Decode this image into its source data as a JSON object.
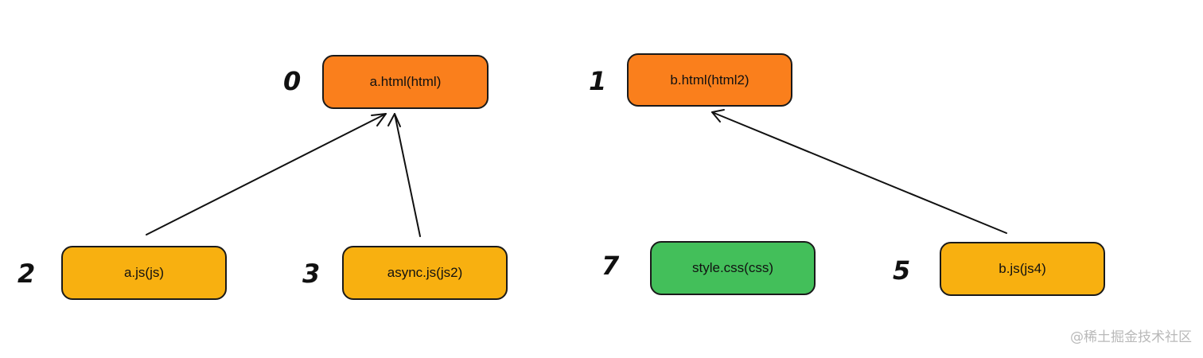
{
  "colors": {
    "html": "#fa7f1c",
    "js": "#f8b010",
    "css": "#43bf5a"
  },
  "nodes": [
    {
      "id": "a-html",
      "index": "0",
      "label": "a.html(html)",
      "kind": "html"
    },
    {
      "id": "b-html",
      "index": "1",
      "label": "b.html(html2)",
      "kind": "html"
    },
    {
      "id": "a-js",
      "index": "2",
      "label": "a.js(js)",
      "kind": "js"
    },
    {
      "id": "async-js",
      "index": "3",
      "label": "async.js(js2)",
      "kind": "js"
    },
    {
      "id": "style-css",
      "index": "7",
      "label": "style.css(css)",
      "kind": "css"
    },
    {
      "id": "b-js",
      "index": "5",
      "label": "b.js(js4)",
      "kind": "js"
    }
  ],
  "edges": [
    {
      "from": "a-js",
      "to": "a-html"
    },
    {
      "from": "async-js",
      "to": "a-html"
    },
    {
      "from": "b-js",
      "to": "b-html"
    }
  ],
  "watermark": "@稀土掘金技术社区"
}
